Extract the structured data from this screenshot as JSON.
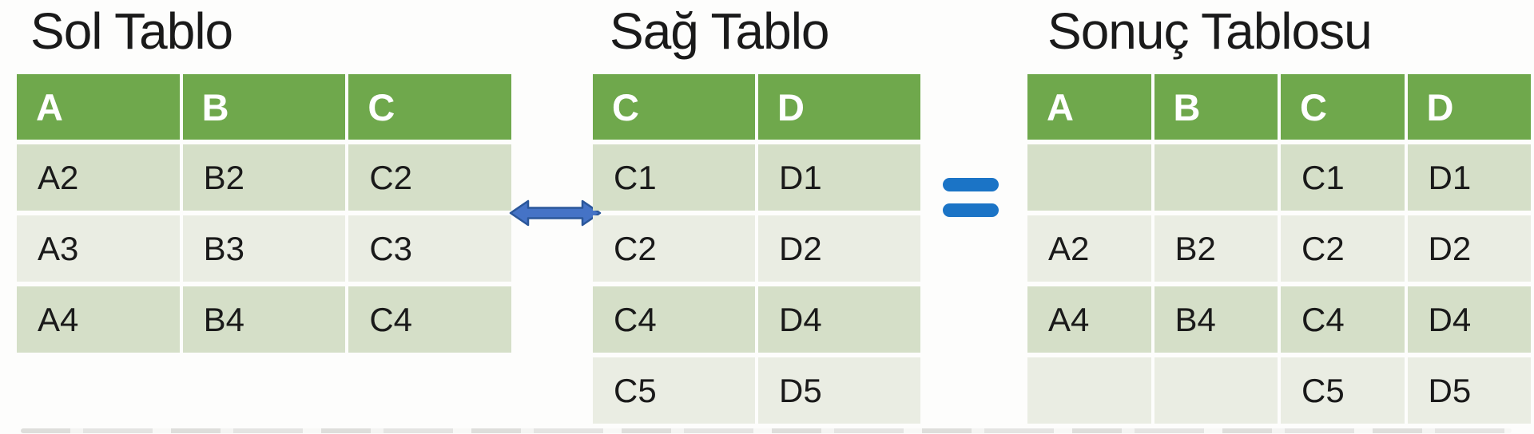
{
  "tables": {
    "left": {
      "title": "Sol Tablo",
      "headers": [
        "A",
        "B",
        "C"
      ],
      "rows": [
        [
          "A2",
          "B2",
          "C2"
        ],
        [
          "A3",
          "B3",
          "C3"
        ],
        [
          "A4",
          "B4",
          "C4"
        ]
      ]
    },
    "right": {
      "title": "Sağ Tablo",
      "headers": [
        "C",
        "D"
      ],
      "rows": [
        [
          "C1",
          "D1"
        ],
        [
          "C2",
          "D2"
        ],
        [
          "C4",
          "D4"
        ],
        [
          "C5",
          "D5"
        ]
      ]
    },
    "result": {
      "title": "Sonuç Tablosu",
      "headers": [
        "A",
        "B",
        "C",
        "D"
      ],
      "rows": [
        [
          "",
          "",
          "C1",
          "D1"
        ],
        [
          "A2",
          "B2",
          "C2",
          "D2"
        ],
        [
          "A4",
          "B4",
          "C4",
          "D4"
        ],
        [
          "",
          "",
          "C5",
          "D5"
        ]
      ]
    }
  },
  "operators": {
    "left_right": "double-arrow-icon",
    "right_result": "equals-icon"
  },
  "colors": {
    "header_green": "#6FA84C",
    "row_dark": "#D5DFC8",
    "row_light": "#EAEDE3",
    "text": "#1A1A1A",
    "arrow_fill": "#4573C6",
    "arrow_stroke": "#2B579A",
    "equals_blue": "#1B74C6"
  }
}
